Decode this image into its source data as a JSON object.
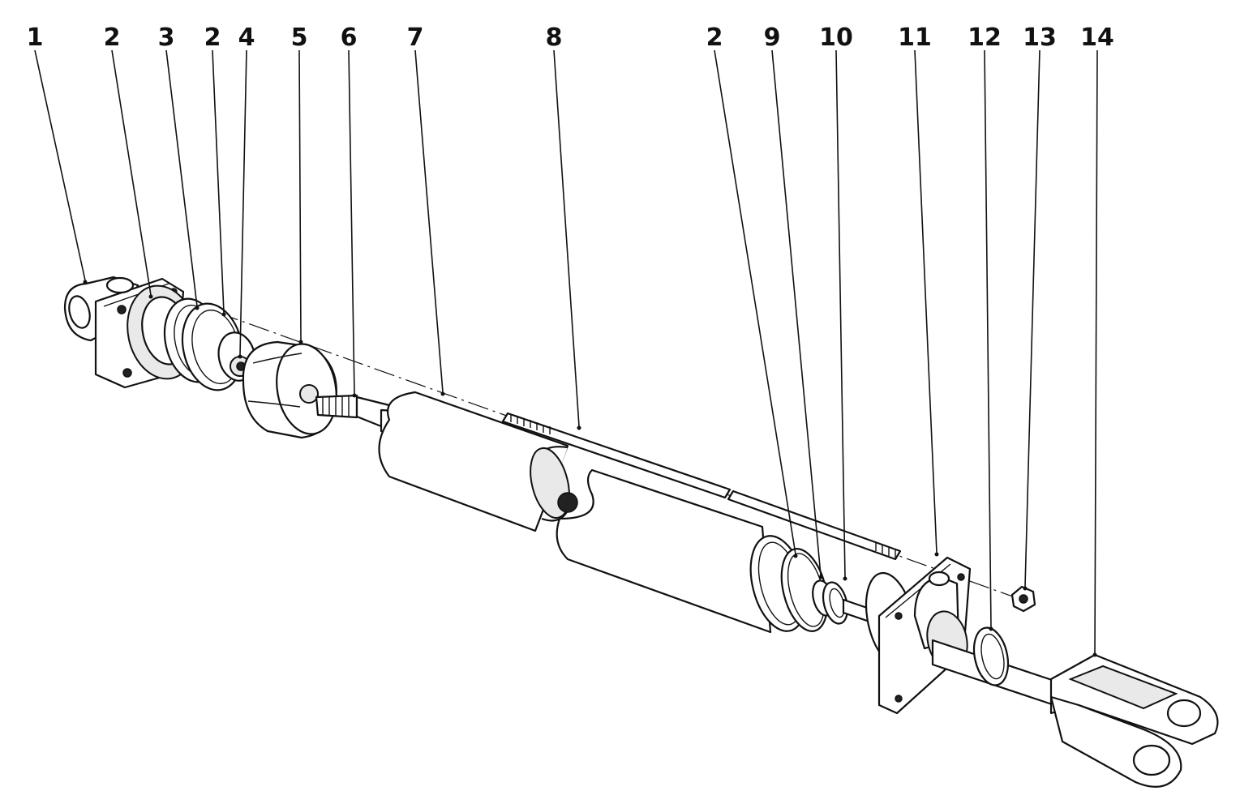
{
  "figure": {
    "callouts": [
      {
        "id": "c1",
        "label": "1"
      },
      {
        "id": "c2a",
        "label": "2"
      },
      {
        "id": "c3",
        "label": "3"
      },
      {
        "id": "c2b",
        "label": "2"
      },
      {
        "id": "c4",
        "label": "4"
      },
      {
        "id": "c5",
        "label": "5"
      },
      {
        "id": "c6",
        "label": "6"
      },
      {
        "id": "c7",
        "label": "7"
      },
      {
        "id": "c8",
        "label": "8"
      },
      {
        "id": "c2c",
        "label": "2"
      },
      {
        "id": "c9",
        "label": "9"
      },
      {
        "id": "c10",
        "label": "10"
      },
      {
        "id": "c11",
        "label": "11"
      },
      {
        "id": "c12",
        "label": "12"
      },
      {
        "id": "c13",
        "label": "13"
      },
      {
        "id": "c14",
        "label": "14"
      }
    ]
  }
}
